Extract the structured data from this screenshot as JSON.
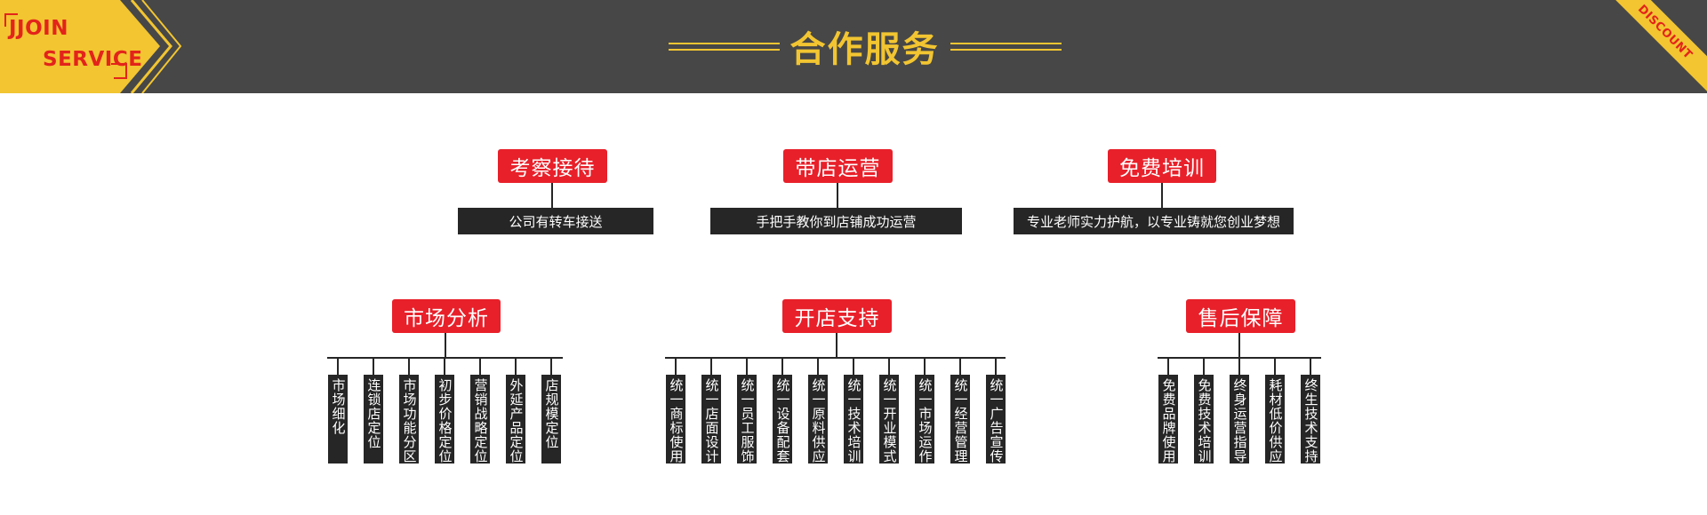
{
  "banner": {
    "logo_line1": "JJOIN",
    "logo_line2": "SERVICE",
    "title": "合作服务",
    "ribbon": "DISCOUNT",
    "colors": {
      "background": "#474747",
      "accent_yellow": "#f2c531",
      "accent_red": "#e3241b"
    }
  },
  "top_row": [
    {
      "title": "考察接待",
      "desc": "公司有转车接送"
    },
    {
      "title": "带店运营",
      "desc": "手把手教你到店铺成功运营"
    },
    {
      "title": "免费培训",
      "desc": "专业老师实力护航，以专业铸就您创业梦想"
    }
  ],
  "bottom_row": [
    {
      "title": "市场分析",
      "items": [
        "市场细化",
        "连锁店定位",
        "市场功能分区",
        "初步价格定位",
        "营销战略定位",
        "外延产品定位",
        "店规模定位"
      ]
    },
    {
      "title": "开店支持",
      "items": [
        "统一商标使用",
        "统一店面设计",
        "统一员工服饰",
        "统一设备配套",
        "统一原料供应",
        "统一技术培训",
        "统一开业模式",
        "统一市场运作",
        "统一经营管理",
        "统一广告宣传"
      ]
    },
    {
      "title": "售后保障",
      "items": [
        "免费品牌使用",
        "免费技术培训",
        "终身运营指导",
        "耗材低价供应",
        "终生技术支持"
      ]
    }
  ],
  "colors": {
    "node_red": "#e8202a",
    "node_dark": "#262626"
  }
}
